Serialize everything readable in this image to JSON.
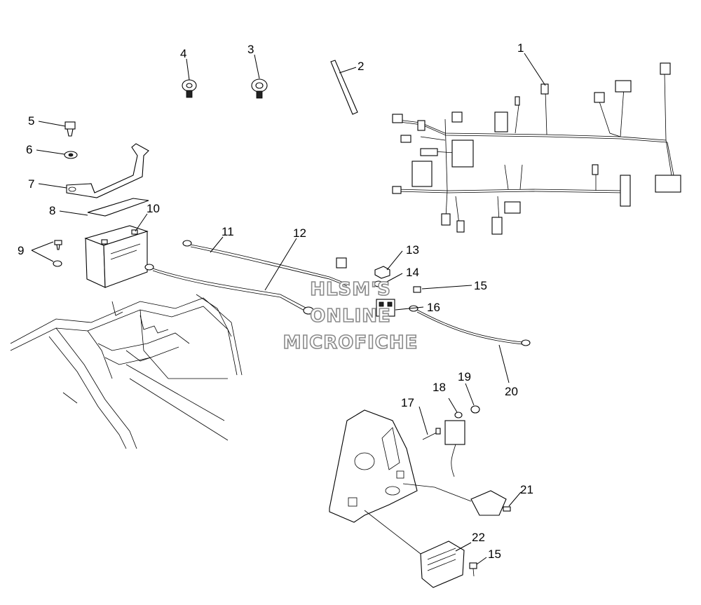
{
  "watermark": {
    "line1": "HLSM'S",
    "line2": "ONLINE",
    "line3": "MICROFICHE"
  },
  "callouts": [
    {
      "id": "c1",
      "label": "1"
    },
    {
      "id": "c2",
      "label": "2"
    },
    {
      "id": "c3",
      "label": "3"
    },
    {
      "id": "c4",
      "label": "4"
    },
    {
      "id": "c5",
      "label": "5"
    },
    {
      "id": "c6",
      "label": "6"
    },
    {
      "id": "c7",
      "label": "7"
    },
    {
      "id": "c8",
      "label": "8"
    },
    {
      "id": "c9",
      "label": "9"
    },
    {
      "id": "c10",
      "label": "10"
    },
    {
      "id": "c11",
      "label": "11"
    },
    {
      "id": "c12",
      "label": "12"
    },
    {
      "id": "c13",
      "label": "13"
    },
    {
      "id": "c14",
      "label": "14"
    },
    {
      "id": "c15",
      "label": "15"
    },
    {
      "id": "c16",
      "label": "16"
    },
    {
      "id": "c17",
      "label": "17"
    },
    {
      "id": "c18",
      "label": "18"
    },
    {
      "id": "c19",
      "label": "19"
    },
    {
      "id": "c20",
      "label": "20"
    },
    {
      "id": "c21",
      "label": "21"
    },
    {
      "id": "c22",
      "label": "22"
    },
    {
      "id": "c15b",
      "label": "15"
    }
  ]
}
